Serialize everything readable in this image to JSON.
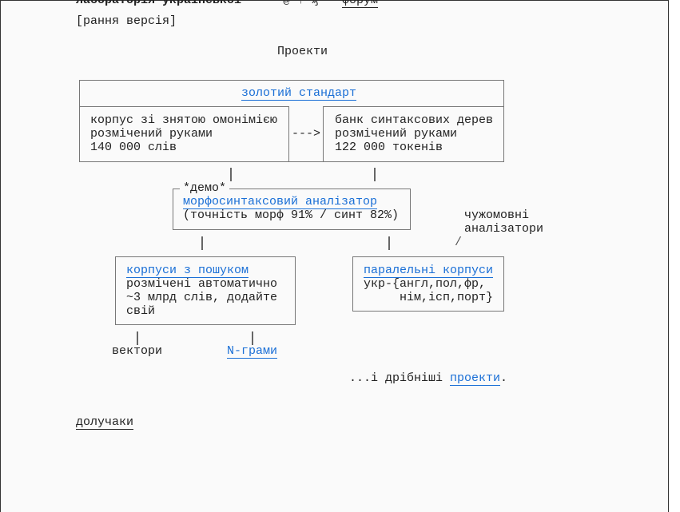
{
  "header": {
    "title": "лабораторія української",
    "icons": [
      "at-icon",
      "arrow-icon",
      "key-icon"
    ],
    "icon_glyphs": "@ ↑ ₰",
    "forum_link": "форум"
  },
  "subtitle": "[рання версія]",
  "section_title": "Проекти",
  "gold": {
    "link": "золотий стандарт",
    "left": [
      "корпус зі знятою омонімією",
      "розмічений руками",
      "140 000 слів"
    ],
    "arrow": "--->",
    "right": [
      "банк синтаксових дерев",
      "розмічений руками",
      "122 000 токенів"
    ]
  },
  "analyzer": {
    "tag": "*демо*",
    "link": "морфосинтаксовий аналізатор",
    "accuracy": "(точність морф 91% / синт 82%)"
  },
  "foreign": {
    "lines": [
      "чужомовні",
      "аналізатори"
    ],
    "slash": "/"
  },
  "search": {
    "link": "корпуси з пошуком",
    "lines": [
      "розмічені автоматично",
      "~3 млрд слів, додайте",
      "свій"
    ]
  },
  "parallel": {
    "link": "паралельні корпуси",
    "lines": [
      "укр-{англ,пол,фр,",
      "     нім,ісп,порт}"
    ]
  },
  "vectors": "вектори",
  "ngrams_link": "N-грами",
  "more": {
    "prefix": "...і дрібніші ",
    "link": "проекти",
    "suffix": "."
  },
  "join_link": "долучаки",
  "colors": {
    "link": "#1a6fd6",
    "border": "#777777",
    "background": "#fafafa"
  }
}
